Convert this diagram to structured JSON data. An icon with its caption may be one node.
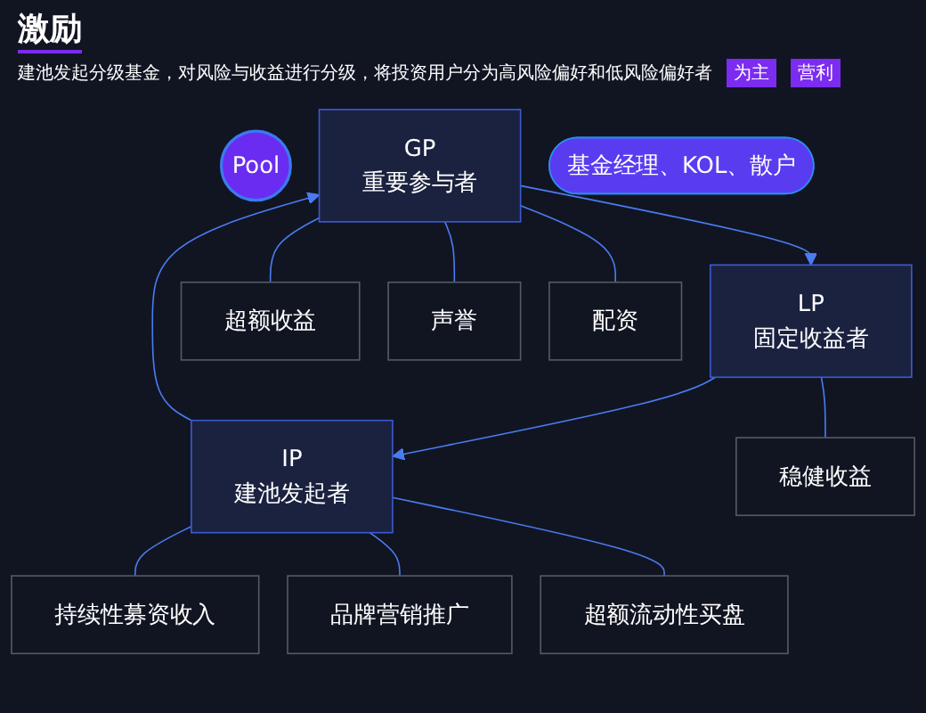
{
  "diagram": {
    "title": "激励",
    "nodes": [
      {
        "text": [
          "Pool"
        ]
      },
      {
        "text": [
          "GP",
          "重要参与者"
        ]
      },
      {
        "text": [
          "LP",
          "固定收益者"
        ]
      },
      {
        "text": [
          "IP",
          "建池发起者"
        ]
      },
      {
        "text": [
          "基金经理、KOL、散户"
        ]
      },
      {
        "text": [
          "超额收益"
        ]
      },
      {
        "text": [
          "声誉"
        ]
      },
      {
        "text": [
          "配资"
        ]
      },
      {
        "text": [
          "持续性募资收入"
        ]
      },
      {
        "text": [
          "品牌营销推广"
        ]
      },
      {
        "text": [
          "超额流动性买盘"
        ]
      },
      {
        "text": [
          "稳健收益"
        ]
      }
    ],
    "edges": [
      {
        "from": 3,
        "to": 1,
        "arrow": "to"
      },
      {
        "from": 1,
        "to": 2,
        "arrow": "to"
      },
      {
        "from": 2,
        "to": 3,
        "arrow": "to"
      },
      {
        "from": 1,
        "to": 5,
        "arrow": "none"
      },
      {
        "from": 1,
        "to": 6,
        "arrow": "none"
      },
      {
        "from": 1,
        "to": 7,
        "arrow": "none"
      },
      {
        "from": 3,
        "to": 8,
        "arrow": "none"
      },
      {
        "from": 3,
        "to": 9,
        "arrow": "none"
      },
      {
        "from": 3,
        "to": 10,
        "arrow": "none"
      },
      {
        "from": 2,
        "to": 11,
        "arrow": "none"
      }
    ],
    "labels": [
      "建池发起分级基金，对风险与收益进行分级，将投资用户分为高风险偏好和低风险偏好者",
      "为主",
      "营利"
    ]
  }
}
